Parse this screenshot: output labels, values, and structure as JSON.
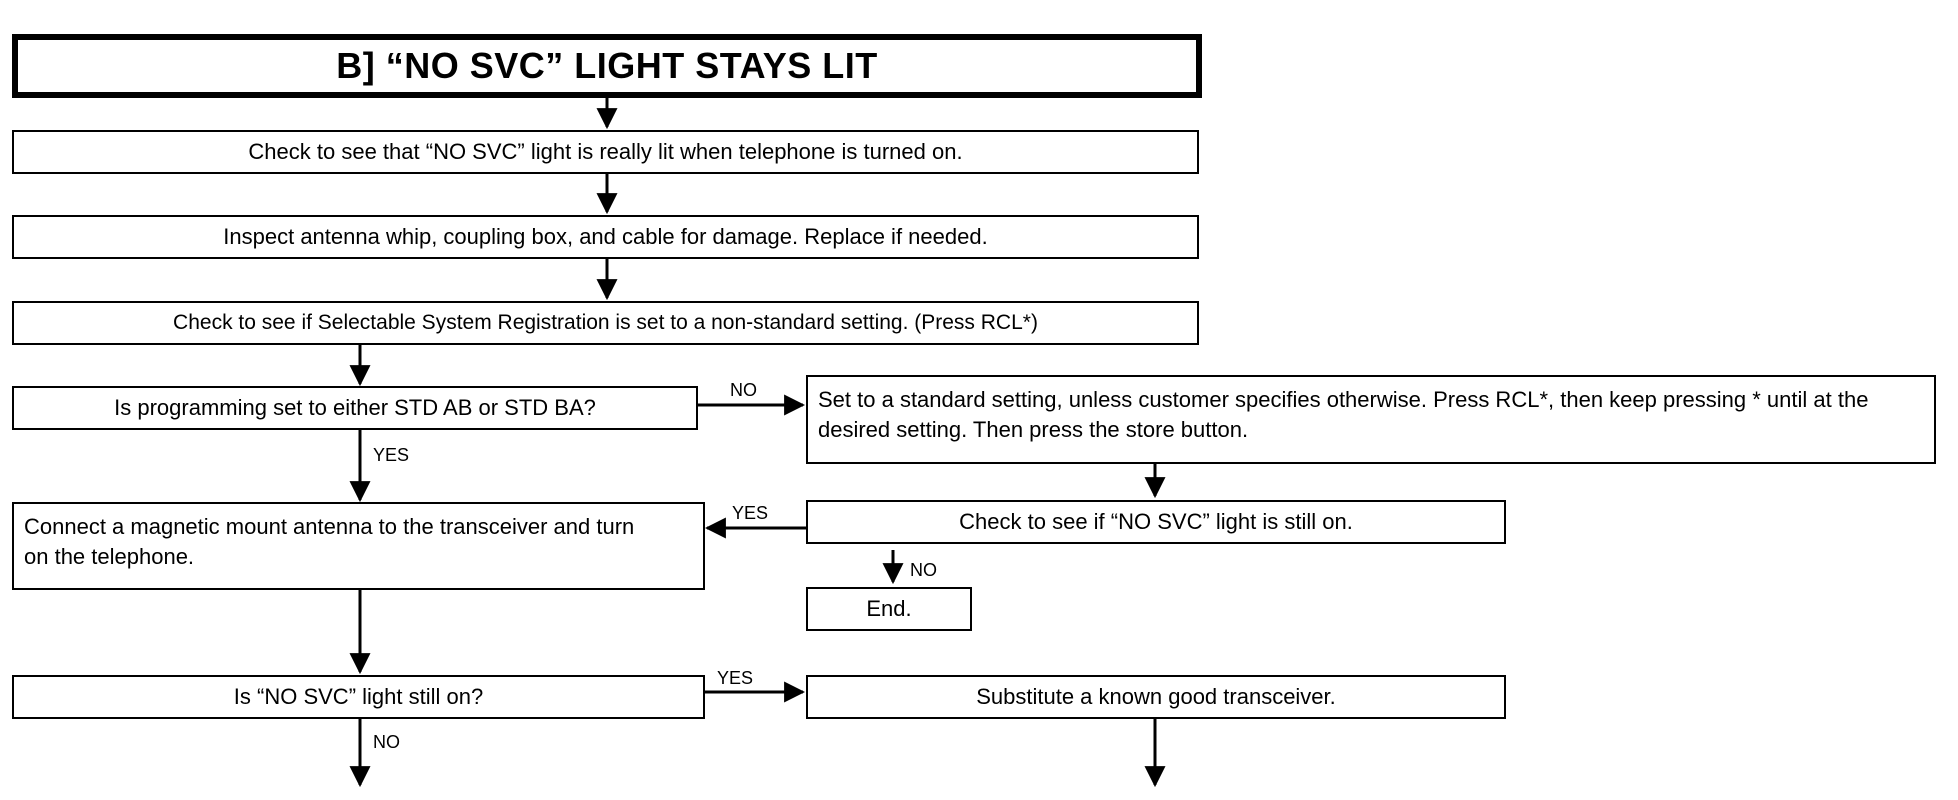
{
  "title": "B]   “NO SVC” LIGHT STAYS LIT",
  "steps": {
    "check_lit": "Check to see that “NO SVC” light is really lit when telephone is turned on.",
    "inspect": "Inspect antenna whip, coupling box, and cable for damage. Replace if needed.",
    "check_registration": "Check to see if Selectable System Registration is set to a non-standard setting. (Press RCL*)",
    "is_programming": "Is programming set to either STD AB or STD BA?",
    "set_standard": "Set to a standard setting, unless customer specifies otherwise. Press RCL*, then keep pressing * until at the desired setting. Then press the store button.",
    "check_still_on": "Check to see if “NO SVC” light is still on.",
    "connect_magnetic": "Connect a magnetic mount antenna to the transceiver and turn on the telephone.",
    "end": "End.",
    "is_light_still_on": "Is “NO SVC” light still on?",
    "substitute": "Substitute a known good transceiver."
  },
  "labels": {
    "no_1": "NO",
    "yes_1": "YES",
    "yes_2": "YES",
    "no_2": "NO",
    "yes_3": "YES",
    "no_3": "NO"
  }
}
